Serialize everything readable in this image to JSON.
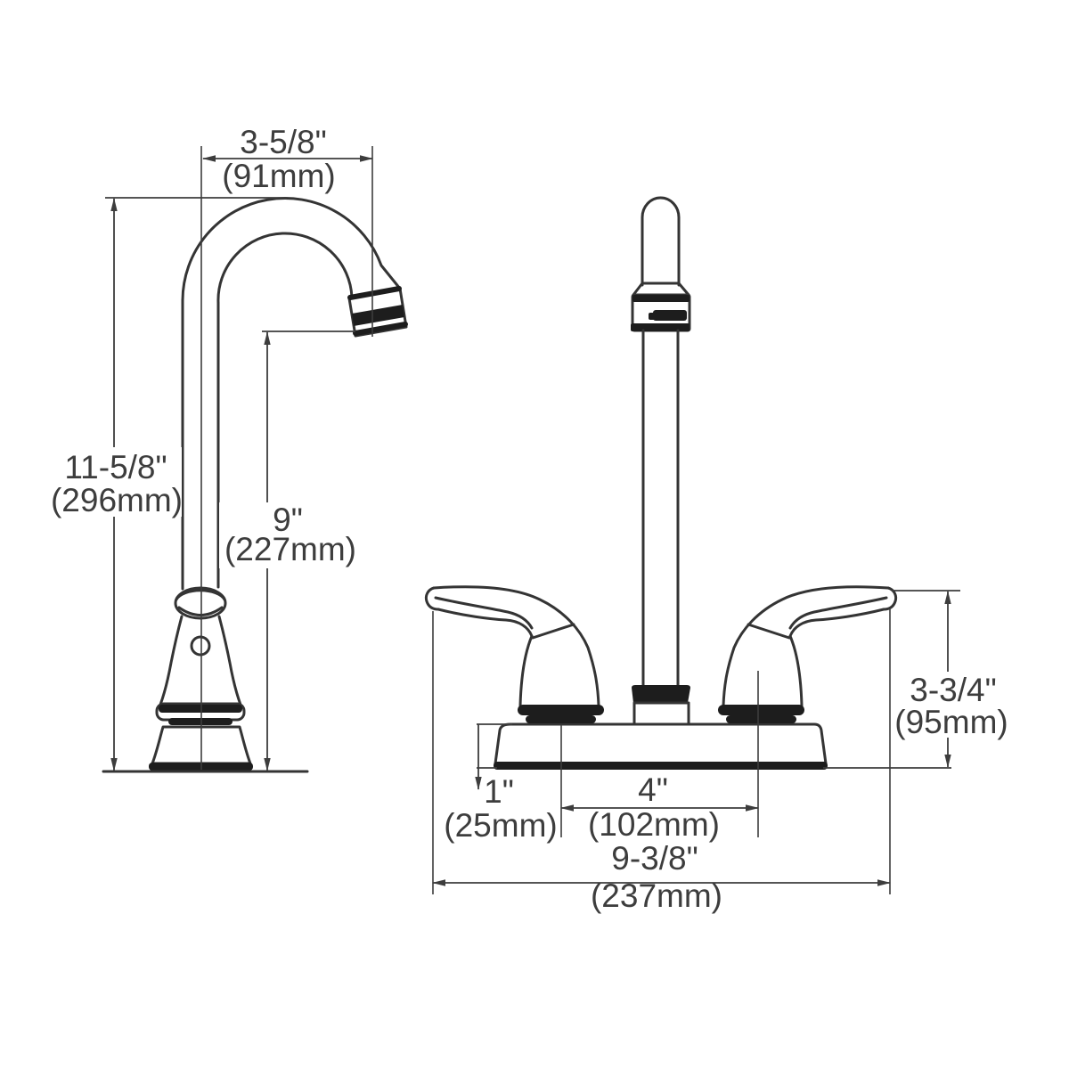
{
  "drawing": {
    "subject": "two-handle bar faucet dimensional drawing",
    "views": [
      "side view",
      "front view"
    ],
    "colors": {
      "line": "#343434",
      "dark_fill": "#1d1d1d",
      "text": "#3d3d3d",
      "background": "#ffffff"
    },
    "dimensions": {
      "spout_reach": {
        "inches": "3-5/8\"",
        "metric": "(91mm)"
      },
      "overall_height": {
        "inches": "11-5/8\"",
        "metric": "(296mm)"
      },
      "spout_height": {
        "inches": "9\"",
        "metric": "(227mm)"
      },
      "handle_height": {
        "inches": "3-3/4\"",
        "metric": "(95mm)"
      },
      "handle_offset": {
        "inches": "1\"",
        "metric": "(25mm)"
      },
      "handle_centers": {
        "inches": "4\"",
        "metric": "(102mm)"
      },
      "overall_width": {
        "inches": "9-3/8\"",
        "metric": "(237mm)"
      }
    }
  }
}
